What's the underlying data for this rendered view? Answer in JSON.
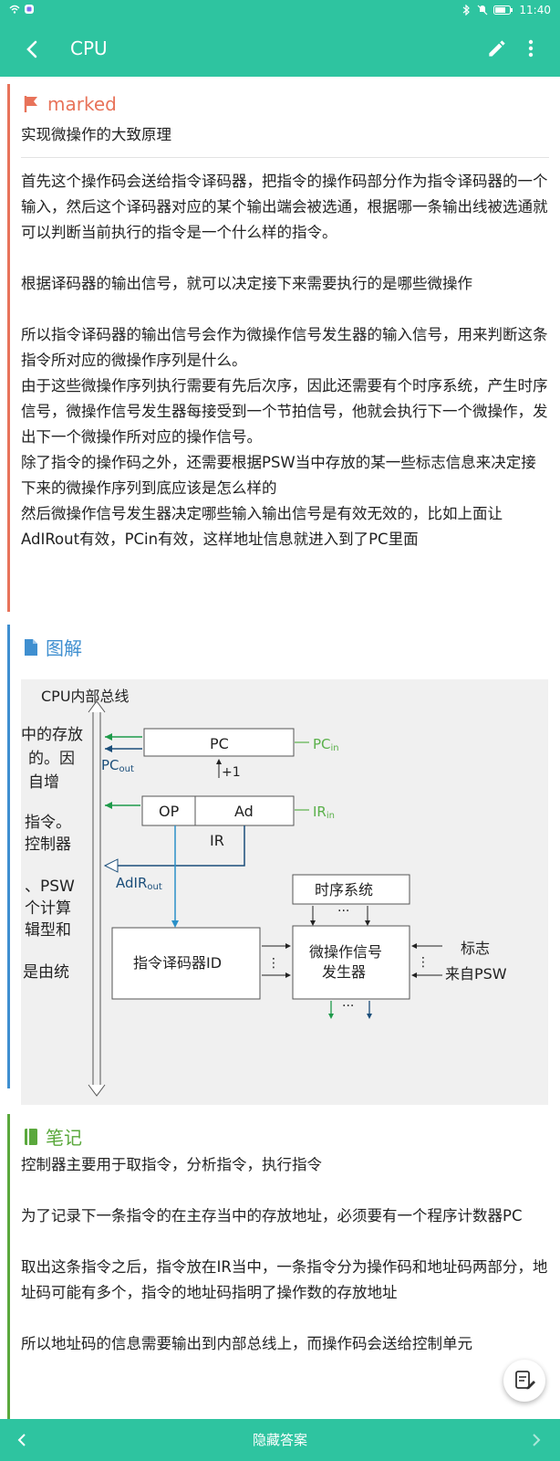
{
  "statusbar": {
    "time": "11:40"
  },
  "toolbar": {
    "title": "CPU"
  },
  "marked": {
    "header": "marked",
    "question": "实现微操作的大致原理",
    "paragraphs": [
      "首先这个操作码会送给指令译码器，把指令的操作码部分作为指令译码器的一个输入，然后这个译码器对应的某个输出端会被选通，根据哪一条输出线被选通就可以判断当前执行的指令是一个什么样的指令。",
      "根据译码器的输出信号，就可以决定接下来需要执行的是哪些微操作",
      "所以指令译码器的输出信号会作为微操作信号发生器的输入信号，用来判断这条指令所对应的微操作序列是什么。",
      "由于这些微操作序列执行需要有先后次序，因此还需要有个时序系统，产生时序信号，微操作信号发生器每接受到一个节拍信号，他就会执行下一个微操作，发出下一个微操作所对应的操作信号。",
      "除了指令的操作码之外，还需要根据PSW当中存放的某一些标志信息来决定接下来的微操作序列到底应该是怎么样的",
      "然后微操作信号发生器决定哪些输入输出信号是有效无效的，比如上面让AdIRout有效，PCin有效，这样地址信息就进入到了PC里面"
    ]
  },
  "figure": {
    "header": "图解",
    "bus_label": "CPU内部总线",
    "pc": "PC",
    "pc_in": "PC",
    "pc_in_sub": "in",
    "pc_out": "PC",
    "pc_out_sub": "out",
    "plus_one": "+1",
    "op": "OP",
    "ad": "Ad",
    "ir": "IR",
    "ir_in": "IR",
    "ir_in_sub": "in",
    "adir_out": "AdIR",
    "adir_out_sub": "out",
    "timing": "时序系统",
    "decoder": "指令译码器ID",
    "generator_line1": "微操作信号",
    "generator_line2": "发生器",
    "flag_line1": "标志",
    "flag_line2": "来自PSW",
    "dots": "···",
    "vdots": "⋮",
    "left_fragments": [
      "中的存放",
      "的。因",
      "自增",
      "指令。",
      "控制器",
      "、PSW",
      "个计算",
      "辑型和",
      "是由统"
    ]
  },
  "notes": {
    "header": "笔记",
    "paragraphs": [
      "控制器主要用于取指令，分析指令，执行指令",
      "为了记录下一条指令的在主存当中的存放地址，必须要有一个程序计数器PC",
      "取出这条指令之后，指令放在IR当中，一条指令分为操作码和地址码两部分，地址码可能有多个，指令的地址码指明了操作数的存放地址",
      "所以地址码的信息需要输出到内部总线上，而操作码会送给控制单元"
    ]
  },
  "bottom": {
    "label": "隐藏答案"
  },
  "colors": {
    "accent": "#2ec4a0",
    "marked": "#e8735a",
    "figure": "#3f8fd0",
    "notes": "#5aa83c"
  }
}
